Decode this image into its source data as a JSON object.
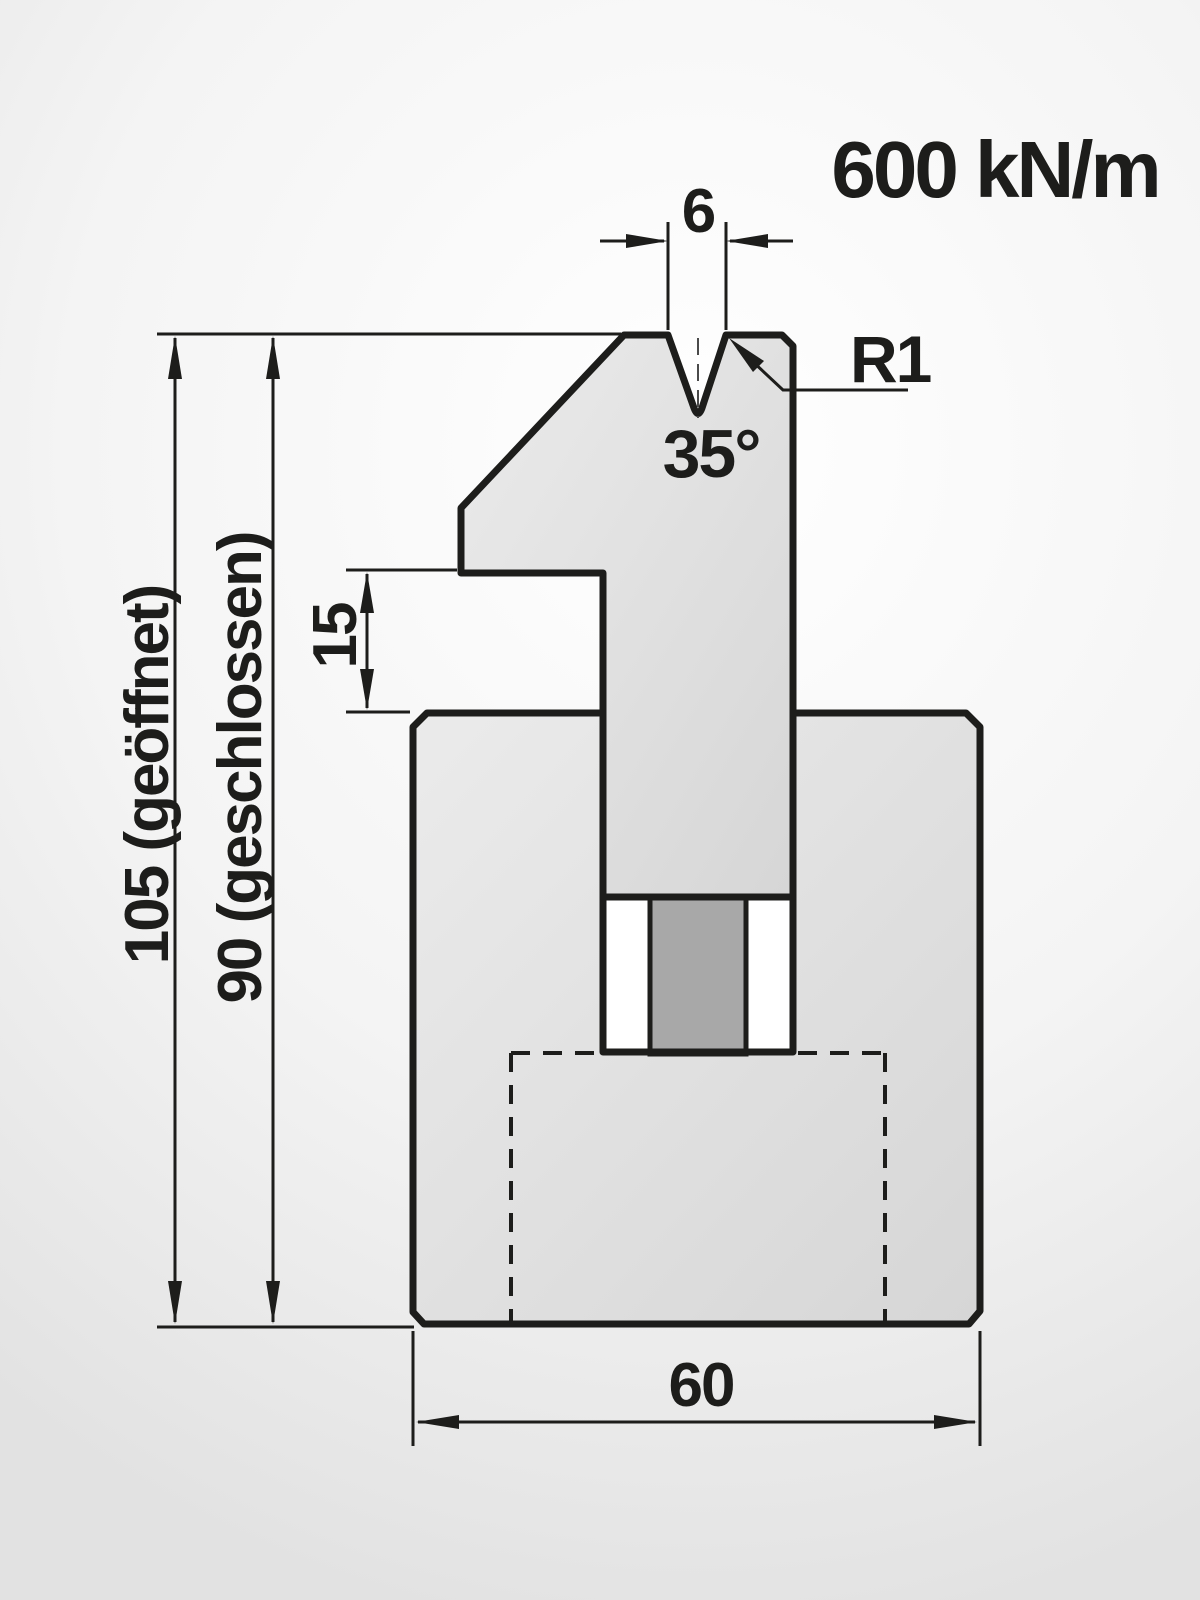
{
  "drawing": {
    "force_rating": "600 kN/m",
    "dimensions": {
      "v_opening_width": "6",
      "groove_radius": "R1",
      "v_angle": "35°",
      "shoulder_height": "15",
      "height_open": "105 (geöffnet)",
      "height_closed": "90 (geschlossen)",
      "base_width": "60"
    },
    "colors": {
      "line": "#1d1d1b",
      "part_light": "#ebebeb",
      "part_dark": "#d6d6d6",
      "insert": "#a8a8a8",
      "slot": "#ffffff",
      "bg_center": "#ffffff",
      "bg_edge": "#e2e2e2",
      "centerline": "#4a4a4a"
    }
  }
}
